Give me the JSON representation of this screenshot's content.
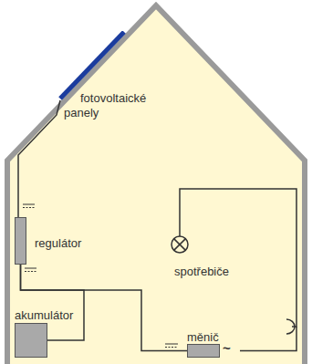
{
  "diagram": {
    "nodes": [
      {
        "text": [
          "fotovoltaické panely"
        ]
      },
      {
        "text": [
          "regulátor"
        ]
      },
      {
        "text": [
          "akumulátor"
        ]
      },
      {
        "text": [
          "měnič"
        ]
      }
    ],
    "edges": [
      {
        "from": 0,
        "to": 1,
        "arrow": "none"
      },
      {
        "from": 1,
        "to": 2,
        "arrow": "none"
      },
      {
        "from": 1,
        "to": 3,
        "arrow": "none"
      }
    ],
    "labels": [
      "spotřebiče",
      "~"
    ]
  }
}
